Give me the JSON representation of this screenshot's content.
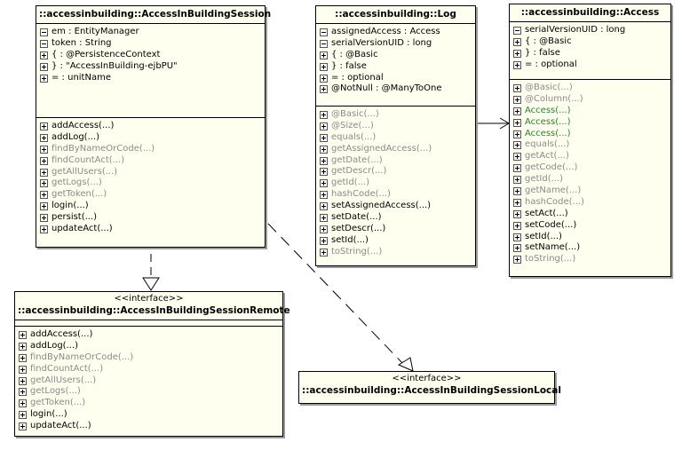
{
  "classes": {
    "session": {
      "title": "::accessinbuilding::AccessInBuildingSession",
      "attributes": [
        {
          "icon": "minus",
          "text": "em : EntityManager",
          "style": "normal"
        },
        {
          "icon": "minus",
          "text": "token : String",
          "style": "normal"
        },
        {
          "icon": "plus",
          "text": "{ : @PersistenceContext",
          "style": "normal"
        },
        {
          "icon": "plus",
          "text": "} : \"AccessInBuilding-ejbPU\"",
          "style": "normal"
        },
        {
          "icon": "plus",
          "text": "= : unitName",
          "style": "normal"
        }
      ],
      "operations": [
        {
          "icon": "plus",
          "text": "addAccess(...)",
          "style": "normal"
        },
        {
          "icon": "plus",
          "text": "addLog(...)",
          "style": "normal"
        },
        {
          "icon": "plus",
          "text": "findByNameOrCode(...)",
          "style": "gray"
        },
        {
          "icon": "plus",
          "text": "findCountAct(...)",
          "style": "gray"
        },
        {
          "icon": "plus",
          "text": "getAllUsers(...)",
          "style": "gray"
        },
        {
          "icon": "plus",
          "text": "getLogs(...)",
          "style": "gray"
        },
        {
          "icon": "plus",
          "text": "getToken(...)",
          "style": "gray"
        },
        {
          "icon": "plus",
          "text": "login(...)",
          "style": "normal"
        },
        {
          "icon": "plus",
          "text": "persist(...)",
          "style": "normal"
        },
        {
          "icon": "plus",
          "text": "updateAct(...)",
          "style": "normal"
        }
      ]
    },
    "log": {
      "title": "::accessinbuilding::Log",
      "attributes": [
        {
          "icon": "minus",
          "text": "assignedAccess : Access",
          "style": "normal"
        },
        {
          "icon": "minus",
          "text": "serialVersionUID : long",
          "style": "normal"
        },
        {
          "icon": "plus",
          "text": "{ : @Basic",
          "style": "normal"
        },
        {
          "icon": "plus",
          "text": "} : false",
          "style": "normal"
        },
        {
          "icon": "plus",
          "text": "= : optional",
          "style": "normal"
        },
        {
          "icon": "plus",
          "text": "@NotNull : @ManyToOne",
          "style": "normal"
        }
      ],
      "operations": [
        {
          "icon": "plus",
          "text": "@Basic(...)",
          "style": "gray"
        },
        {
          "icon": "plus",
          "text": "@Size(...)",
          "style": "gray"
        },
        {
          "icon": "plus",
          "text": "equals(...)",
          "style": "gray"
        },
        {
          "icon": "plus",
          "text": "getAssignedAccess(...)",
          "style": "gray"
        },
        {
          "icon": "plus",
          "text": "getDate(...)",
          "style": "gray"
        },
        {
          "icon": "plus",
          "text": "getDescr(...)",
          "style": "gray"
        },
        {
          "icon": "plus",
          "text": "getId(...)",
          "style": "gray"
        },
        {
          "icon": "plus",
          "text": "hashCode(...)",
          "style": "gray"
        },
        {
          "icon": "plus",
          "text": "setAssignedAccess(...)",
          "style": "normal"
        },
        {
          "icon": "plus",
          "text": "setDate(...)",
          "style": "normal"
        },
        {
          "icon": "plus",
          "text": "setDescr(...)",
          "style": "normal"
        },
        {
          "icon": "plus",
          "text": "setId(...)",
          "style": "normal"
        },
        {
          "icon": "plus",
          "text": "toString(...)",
          "style": "gray"
        }
      ]
    },
    "access": {
      "title": "::accessinbuilding::Access",
      "attributes": [
        {
          "icon": "minus",
          "text": "serialVersionUID : long",
          "style": "normal"
        },
        {
          "icon": "plus",
          "text": "{ : @Basic",
          "style": "normal"
        },
        {
          "icon": "plus",
          "text": "} : false",
          "style": "normal"
        },
        {
          "icon": "plus",
          "text": "= : optional",
          "style": "normal"
        }
      ],
      "operations": [
        {
          "icon": "plus",
          "text": "@Basic(...)",
          "style": "gray"
        },
        {
          "icon": "plus",
          "text": "@Column(...)",
          "style": "gray"
        },
        {
          "icon": "plus",
          "text": "Access(...)",
          "style": "green"
        },
        {
          "icon": "plus",
          "text": "Access(...)",
          "style": "green"
        },
        {
          "icon": "plus",
          "text": "Access(...)",
          "style": "green"
        },
        {
          "icon": "plus",
          "text": "equals(...)",
          "style": "gray"
        },
        {
          "icon": "plus",
          "text": "getAct(...)",
          "style": "gray"
        },
        {
          "icon": "plus",
          "text": "getCode(...)",
          "style": "gray"
        },
        {
          "icon": "plus",
          "text": "getId(...)",
          "style": "gray"
        },
        {
          "icon": "plus",
          "text": "getName(...)",
          "style": "gray"
        },
        {
          "icon": "plus",
          "text": "hashCode(...)",
          "style": "gray"
        },
        {
          "icon": "plus",
          "text": "setAct(...)",
          "style": "normal"
        },
        {
          "icon": "plus",
          "text": "setCode(...)",
          "style": "normal"
        },
        {
          "icon": "plus",
          "text": "setId(...)",
          "style": "normal"
        },
        {
          "icon": "plus",
          "text": "setName(...)",
          "style": "normal"
        },
        {
          "icon": "plus",
          "text": "toString(...)",
          "style": "gray"
        }
      ]
    },
    "remote": {
      "stereotype": "<<interface>>",
      "title": "::accessinbuilding::AccessInBuildingSessionRemote",
      "operations": [
        {
          "icon": "plus",
          "text": "addAccess(...)",
          "style": "normal"
        },
        {
          "icon": "plus",
          "text": "addLog(...)",
          "style": "normal"
        },
        {
          "icon": "plus",
          "text": "findByNameOrCode(...)",
          "style": "gray"
        },
        {
          "icon": "plus",
          "text": "findCountAct(...)",
          "style": "gray"
        },
        {
          "icon": "plus",
          "text": "getAllUsers(...)",
          "style": "gray"
        },
        {
          "icon": "plus",
          "text": "getLogs(...)",
          "style": "gray"
        },
        {
          "icon": "plus",
          "text": "getToken(...)",
          "style": "gray"
        },
        {
          "icon": "plus",
          "text": "login(...)",
          "style": "normal"
        },
        {
          "icon": "plus",
          "text": "updateAct(...)",
          "style": "normal"
        }
      ]
    },
    "local": {
      "stereotype": "<<interface>>",
      "title": "::accessinbuilding::AccessInBuildingSessionLocal"
    }
  },
  "colors": {
    "box_fill": "#fffff0",
    "gray_text": "#8a8a8a",
    "green_text": "#2e7d2e"
  }
}
